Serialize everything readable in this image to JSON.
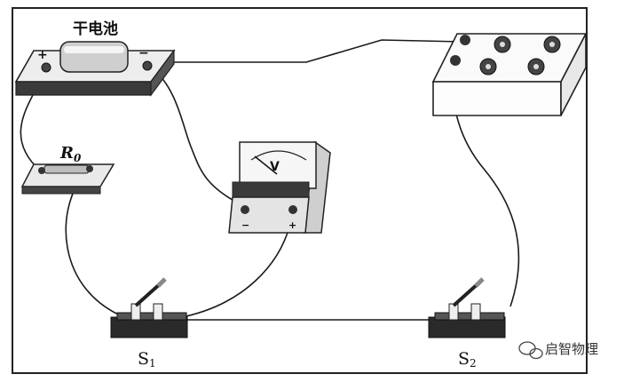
{
  "diagram": {
    "battery_label": "干电池",
    "battery_plus": "+",
    "battery_minus": "−",
    "resistor_label": "R",
    "resistor_sub": "0",
    "voltmeter_symbol": "V",
    "voltmeter_plus": "+",
    "voltmeter_minus": "−",
    "switch1_label": "S",
    "switch1_sub": "1",
    "switch2_label": "S",
    "switch2_sub": "2"
  },
  "watermark": {
    "text": "启智物理"
  },
  "colors": {
    "wire": "#1a1a1a",
    "frame": "#222222",
    "device_fill": "#f2f2f2",
    "dark_base": "#2a2a2a"
  }
}
